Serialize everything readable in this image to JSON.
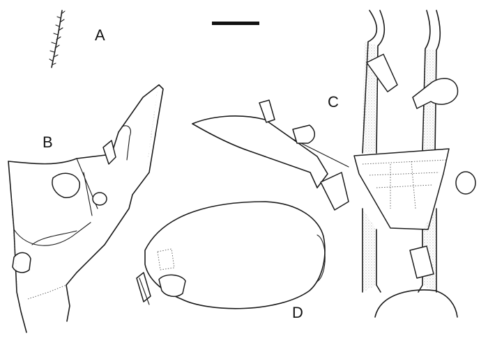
{
  "figure": {
    "panels": [
      {
        "id": "A",
        "label": "A"
      },
      {
        "id": "B",
        "label": "B"
      },
      {
        "id": "C",
        "label": "C"
      },
      {
        "id": "D",
        "label": "D"
      }
    ],
    "ink_color": "#1a1a1a",
    "stipple_color": "#555555",
    "background": "#ffffff"
  }
}
